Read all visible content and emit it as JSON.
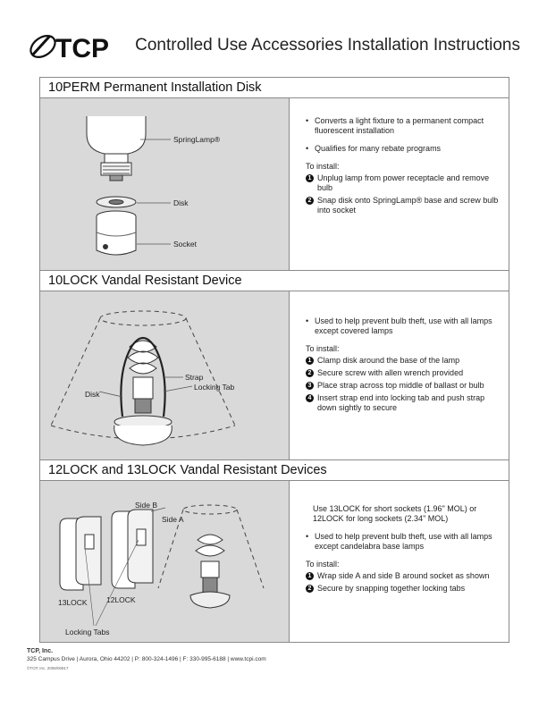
{
  "header": {
    "brand": "TCP",
    "title": "Controlled Use Accessories Installation Instructions"
  },
  "sections": [
    {
      "title": "10PERM Permanent Installation Disk",
      "labels": {
        "springlamp": "SpringLamp®",
        "disk": "Disk",
        "socket": "Socket"
      },
      "bullets": [
        "Converts a light fixture to a permanent compact fluorescent installation",
        "Qualifies for many rebate programs"
      ],
      "to_install": "To install:",
      "steps": [
        "Unplug lamp from power receptacle and remove bulb",
        "Snap disk onto SpringLamp® base and screw bulb into socket"
      ]
    },
    {
      "title": "10LOCK Vandal Resistant Device",
      "labels": {
        "strap": "Strap",
        "locking_tab": "Locking Tab",
        "disk": "Disk"
      },
      "bullets": [
        "Used to help prevent bulb theft, use with all lamps except covered lamps"
      ],
      "to_install": "To install:",
      "steps": [
        "Clamp disk around the base of the lamp",
        "Secure screw with allen wrench provided",
        "Place strap across top middle of ballast or bulb",
        "Insert strap end into locking tab and push strap down sightly to secure"
      ]
    },
    {
      "title": "12LOCK and 13LOCK Vandal Resistant Devices",
      "labels": {
        "side_b": "Side B",
        "side_a": "Side A",
        "lock13": "13LOCK",
        "lock12": "12LOCK",
        "locking_tabs": "Locking Tabs"
      },
      "intro": "Use 13LOCK for short sockets (1.96\" MOL) or 12LOCK for long sockets (2.34\" MOL)",
      "bullets": [
        "Used to help prevent bulb theft, use with all lamps except candelabra base lamps"
      ],
      "to_install": "To install:",
      "steps": [
        "Wrap side A and side B around socket as shown",
        "Secure by snapping together locking tabs"
      ]
    }
  ],
  "step_numbers": [
    "1",
    "2",
    "3",
    "4"
  ],
  "footer": {
    "company": "TCP, Inc.",
    "address": "325 Campus Drive | Aurora, Ohio 44202 | P: 800-324-1496 | F: 330-995-6188 | www.tcpi.com",
    "legal": "©TCP, Inc. 2008/00817"
  }
}
